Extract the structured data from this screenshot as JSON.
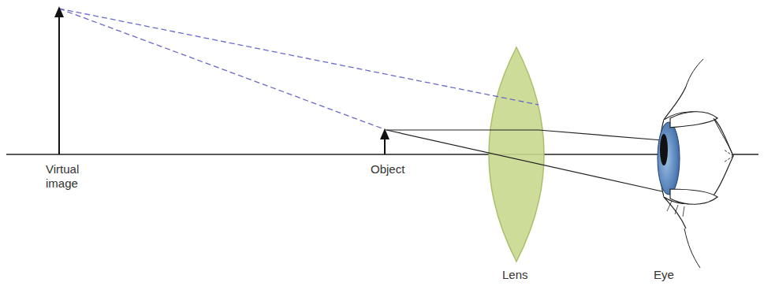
{
  "diagram": {
    "labels": [
      "Virtual image",
      "Object",
      "Lens",
      "Eye"
    ]
  }
}
